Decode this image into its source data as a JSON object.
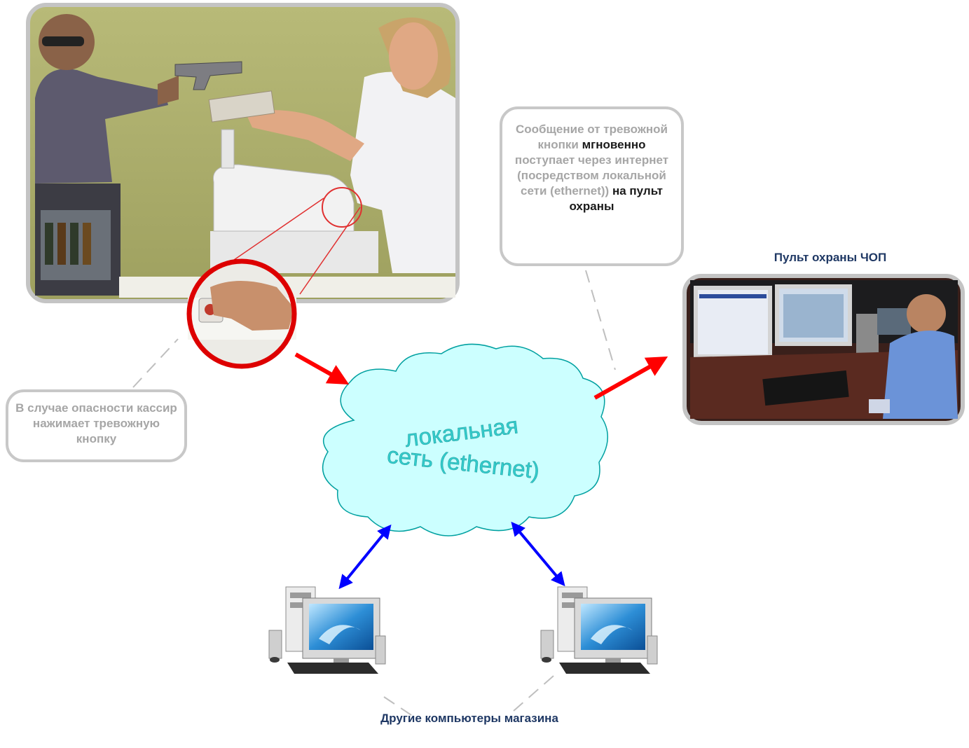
{
  "callouts": {
    "cashier": "В случае опасности кассир нажимает тревожную кнопку",
    "message": {
      "part1": "Сообщение от тревожной кнопки",
      "part2": "мгновенно",
      "part3": "поступает через интернет (посредством локальной сети (ethernet))",
      "part4": "на пульт охраны"
    }
  },
  "cloud": {
    "line1": "локальная",
    "line2": "сеть (ethernet)"
  },
  "console_title": "Пульт охраны ЧОП",
  "other_pcs_title": "Другие компьютеры магазина",
  "colors": {
    "alarm_arrow": "#ff0000",
    "network_arrow": "#0000ff",
    "cloud_fill": "#ccffff",
    "cloud_stroke": "#00a0a0",
    "cloud_text": "#33cccc",
    "callout_border": "#c8c8c8",
    "callout_text": "#a6a6a6",
    "heading_text": "#1f3864"
  }
}
